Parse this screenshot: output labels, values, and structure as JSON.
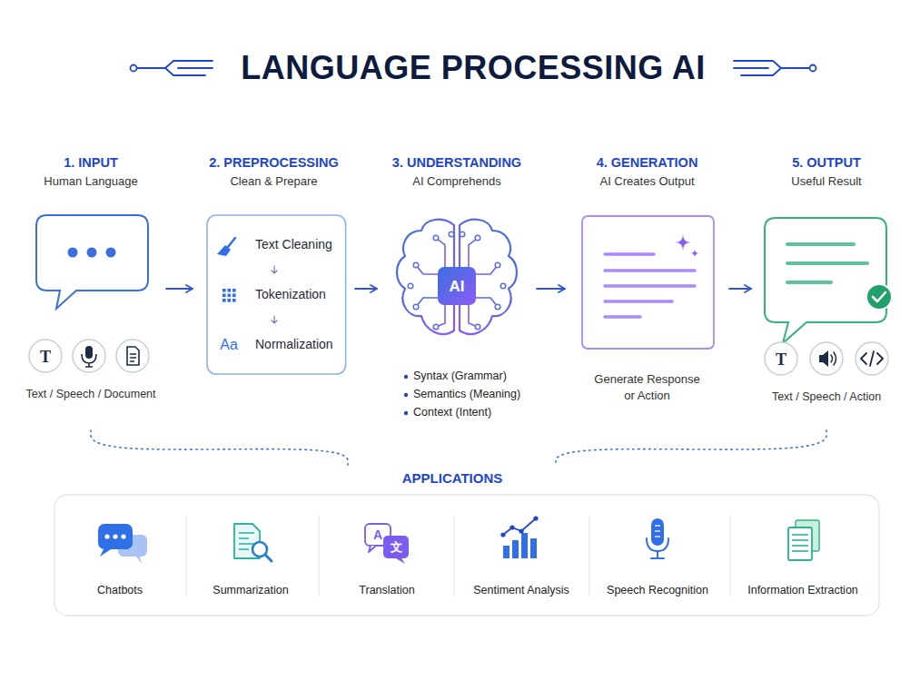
{
  "diagram": {
    "title": "LANGUAGE PROCESSING AI",
    "nodes": [
      {
        "text": [
          "1. INPUT",
          "Human Language",
          "Text / Speech / Document"
        ]
      },
      {
        "text": [
          "2. PREPROCESSING",
          "Clean & Prepare",
          "Text Cleaning",
          "Tokenization",
          "Normalization"
        ]
      },
      {
        "text": [
          "3. UNDERSTANDING",
          "AI Comprehends",
          "Syntax (Grammar)",
          "Semantics (Meaning)",
          "Context (Intent)"
        ]
      },
      {
        "text": [
          "4. GENERATION",
          "AI Creates Output",
          "Generate Response or Action"
        ]
      },
      {
        "text": [
          "5. OUTPUT",
          "Useful Result",
          "Text / Speech / Action"
        ]
      },
      {
        "text": [
          "APPLICATIONS"
        ]
      },
      {
        "text": [
          "Chatbots"
        ],
        "in": 5
      },
      {
        "text": [
          "Summarization"
        ],
        "in": 5
      },
      {
        "text": [
          "Translation"
        ],
        "in": 5
      },
      {
        "text": [
          "Sentiment Analysis"
        ],
        "in": 5
      },
      {
        "text": [
          "Speech Recognition"
        ],
        "in": 5
      },
      {
        "text": [
          "Information Extraction"
        ],
        "in": 5
      }
    ],
    "edges": [
      {
        "from": 0,
        "to": 1,
        "arrow": "to"
      },
      {
        "from": 1,
        "to": 2,
        "arrow": "to"
      },
      {
        "from": 2,
        "to": 3,
        "arrow": "to"
      },
      {
        "from": 3,
        "to": 4,
        "arrow": "to"
      },
      {
        "from": 0,
        "to": 5,
        "arrow": "none"
      },
      {
        "from": 4,
        "to": 5,
        "arrow": "none"
      }
    ],
    "labels": [
      "T",
      "Aa",
      "AI",
      "T",
      "A",
      "文"
    ]
  }
}
